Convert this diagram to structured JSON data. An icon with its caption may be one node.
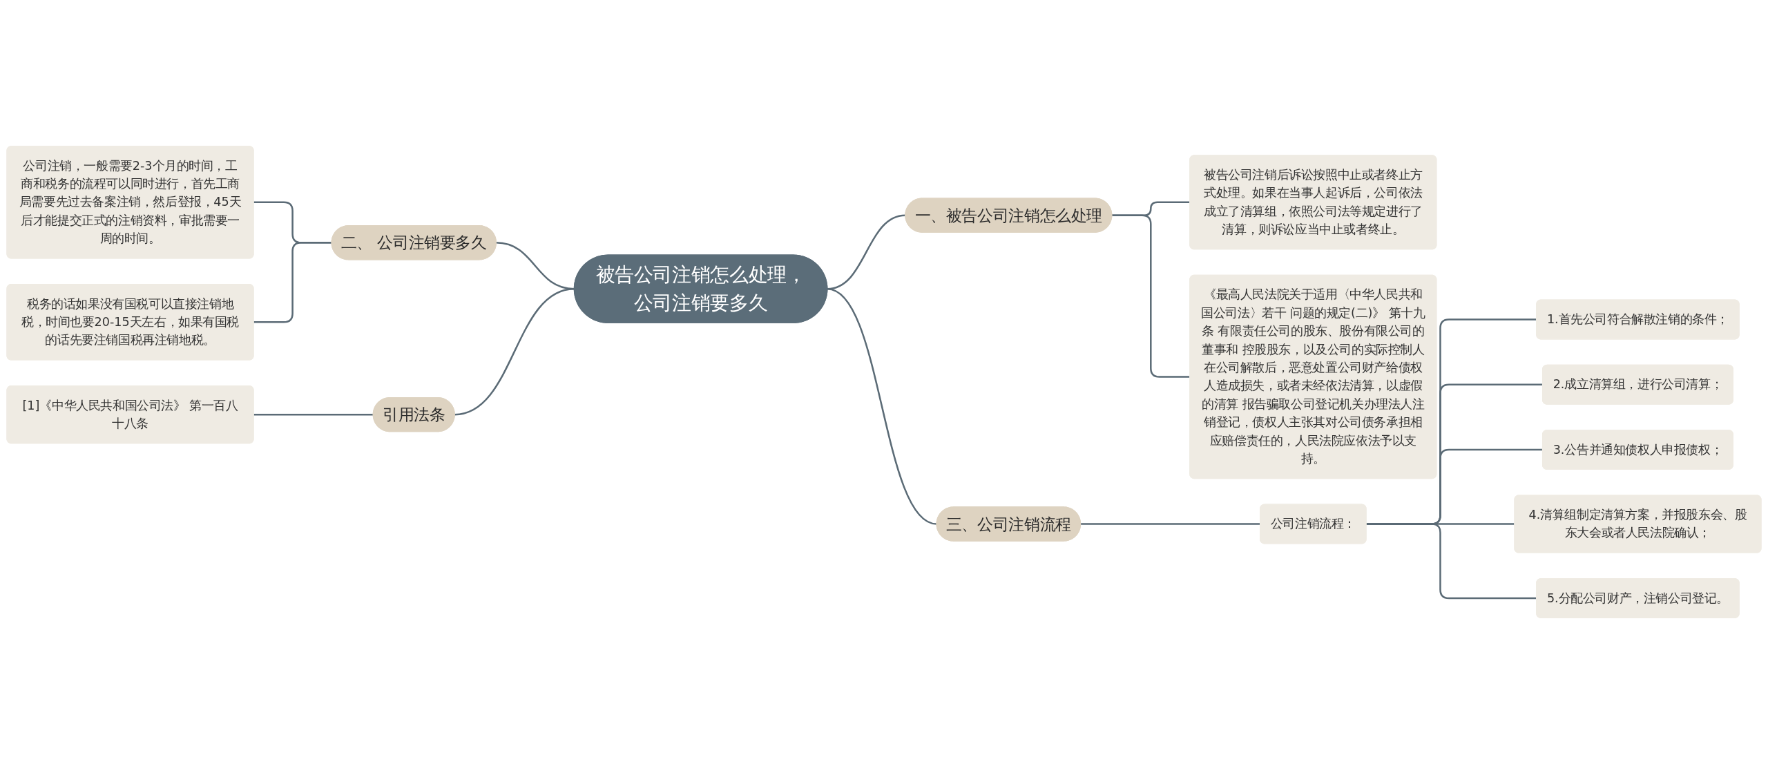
{
  "diagram": {
    "nodes": [
      {
        "text": [
          "被告公司注销怎么处理，公司注销要多久"
        ]
      },
      {
        "text": [
          "一、被告公司注销怎么处理"
        ]
      },
      {
        "text": [
          "被告公司注销后诉讼按照中止或者终止方式处理。如果在当事人起诉后，公司依法成立了清算组，依照公司法等规定进行了清算，则诉讼应当中止或者终止。"
        ]
      },
      {
        "text": [
          "《最高人民法院关于适用〈中华人民共和国公司法〉若干 问题的规定(二)》 第十九条 有限责任公司的股东、股份有限公司的董事和 控股股东，以及公司的实际控制人在公司解散后，恶意处置公司财产给债权人造成损失，或者未经依法清算，以虚假的清算 报告骗取公司登记机关办理法人注销登记，债权人主张其对公司债务承担相应赔偿责任的，人民法院应依法予以支持。"
        ]
      },
      {
        "text": [
          "二、 公司注销要多久"
        ]
      },
      {
        "text": [
          "公司注销，一般需要2-3个月的时间，工商和税务的流程可以同时进行，首先工商局需要先过去备案注销，然后登报，45天后才能提交正式的注销资料，审批需要一周的时间。"
        ]
      },
      {
        "text": [
          "税务的话如果没有国税可以直接注销地税，时间也要20-15天左右，如果有国税的话先要注销国税再注销地税。"
        ]
      },
      {
        "text": [
          "三、公司注销流程"
        ]
      },
      {
        "text": [
          "公司注销流程："
        ]
      },
      {
        "text": [
          "1.首先公司符合解散注销的条件；"
        ]
      },
      {
        "text": [
          "2.成立清算组，进行公司清算；"
        ]
      },
      {
        "text": [
          "3.公告并通知债权人申报债权；"
        ]
      },
      {
        "text": [
          "4.清算组制定清算方案，并报股东会、股东大会或者人民法院确认；"
        ]
      },
      {
        "text": [
          "5.分配公司财产，注销公司登记。"
        ]
      },
      {
        "text": [
          "引用法条"
        ]
      },
      {
        "text": [
          "[1]《中华人民共和国公司法》 第一百八十八条"
        ]
      }
    ],
    "edges": [
      {
        "from": 0,
        "to": 1,
        "arrow": "none"
      },
      {
        "from": 1,
        "to": 2,
        "arrow": "none"
      },
      {
        "from": 1,
        "to": 3,
        "arrow": "none"
      },
      {
        "from": 4,
        "to": 0,
        "arrow": "none"
      },
      {
        "from": 5,
        "to": 4,
        "arrow": "none"
      },
      {
        "from": 6,
        "to": 4,
        "arrow": "none"
      },
      {
        "from": 0,
        "to": 7,
        "arrow": "none"
      },
      {
        "from": 7,
        "to": 8,
        "arrow": "none"
      },
      {
        "from": 8,
        "to": 9,
        "arrow": "none"
      },
      {
        "from": 8,
        "to": 10,
        "arrow": "none"
      },
      {
        "from": 8,
        "to": 11,
        "arrow": "none"
      },
      {
        "from": 8,
        "to": 12,
        "arrow": "none"
      },
      {
        "from": 8,
        "to": 13,
        "arrow": "none"
      },
      {
        "from": 14,
        "to": 0,
        "arrow": "none"
      },
      {
        "from": 15,
        "to": 14,
        "arrow": "none"
      }
    ]
  }
}
